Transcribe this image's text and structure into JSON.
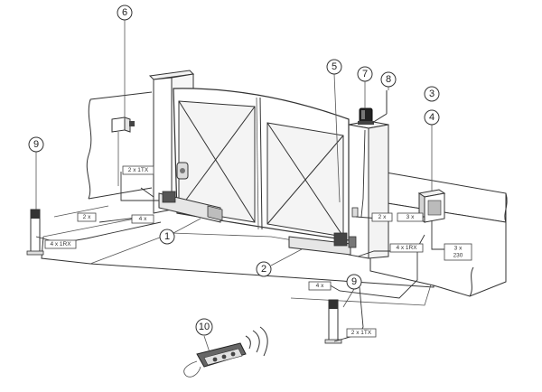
{
  "callouts": [
    {
      "id": "1",
      "label": "1"
    },
    {
      "id": "2",
      "label": "2"
    },
    {
      "id": "3",
      "label": "3"
    },
    {
      "id": "4",
      "label": "4"
    },
    {
      "id": "5",
      "label": "5"
    },
    {
      "id": "6",
      "label": "6"
    },
    {
      "id": "7",
      "label": "7"
    },
    {
      "id": "8",
      "label": "8"
    },
    {
      "id": "9a",
      "label": "9"
    },
    {
      "id": "9b",
      "label": "9"
    },
    {
      "id": "10",
      "label": "10"
    }
  ],
  "cable_tags": [
    {
      "id": "t-2x1tx-top",
      "text": "2 x 1TX"
    },
    {
      "id": "t-2x-left",
      "text": "2 x"
    },
    {
      "id": "t-4x-left",
      "text": "4 x"
    },
    {
      "id": "t-4x1rx-left",
      "text": "4 x 1RX"
    },
    {
      "id": "t-2x-right",
      "text": "2 x"
    },
    {
      "id": "t-3x-right",
      "text": "3 x"
    },
    {
      "id": "t-4x1rx-right",
      "text": "4 x 1RX"
    },
    {
      "id": "t-3x-230",
      "text": "3 x"
    },
    {
      "id": "t-230",
      "text": "230"
    },
    {
      "id": "t-4x-bottom",
      "text": "4 x"
    },
    {
      "id": "t-2x1tx-bottom",
      "text": "2 x 1TX"
    }
  ],
  "colors": {
    "line": "#333333",
    "fill_light": "#f2f2f2",
    "fill_mid": "#d9d9d9",
    "fill_dark": "#6d6d6d"
  }
}
